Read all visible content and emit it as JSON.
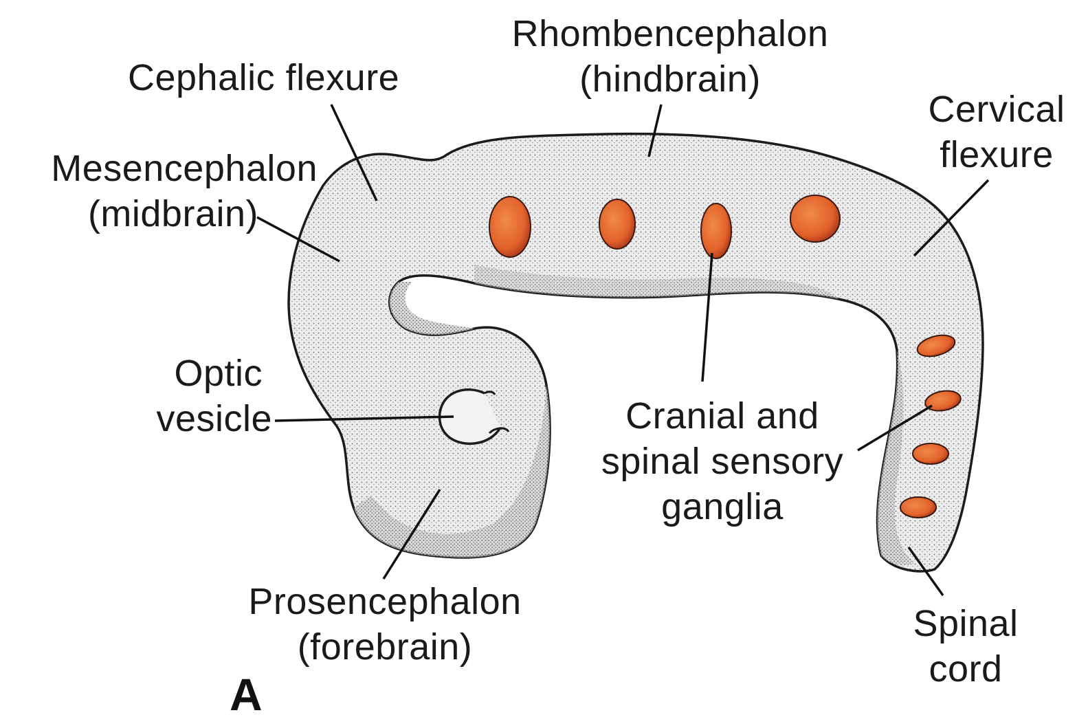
{
  "panel_letter": "A",
  "labels": {
    "rhombencephalon": {
      "line1": "Rhombencephalon",
      "line2": "(hindbrain)"
    },
    "cephalic_flexure": {
      "line1": "Cephalic flexure"
    },
    "cervical_flexure": {
      "line1": "Cervical",
      "line2": "flexure"
    },
    "mesencephalon": {
      "line1": "Mesencephalon",
      "line2": "(midbrain)"
    },
    "optic_vesicle": {
      "line1": "Optic",
      "line2": "vesicle"
    },
    "cranial_spinal_ganglia": {
      "line1": "Cranial and",
      "line2": "spinal sensory",
      "line3": "ganglia"
    },
    "prosencephalon": {
      "line1": "Prosencephalon",
      "line2": "(forebrain)"
    },
    "spinal_cord": {
      "line1": "Spinal",
      "line2": "cord"
    }
  },
  "colors": {
    "tissue_fill": "#e6e6e6",
    "tissue_outline": "#1c1c1c",
    "ganglion_fill": "#e8672a",
    "ganglion_dark": "#a8361a",
    "leader_line": "#111111"
  }
}
